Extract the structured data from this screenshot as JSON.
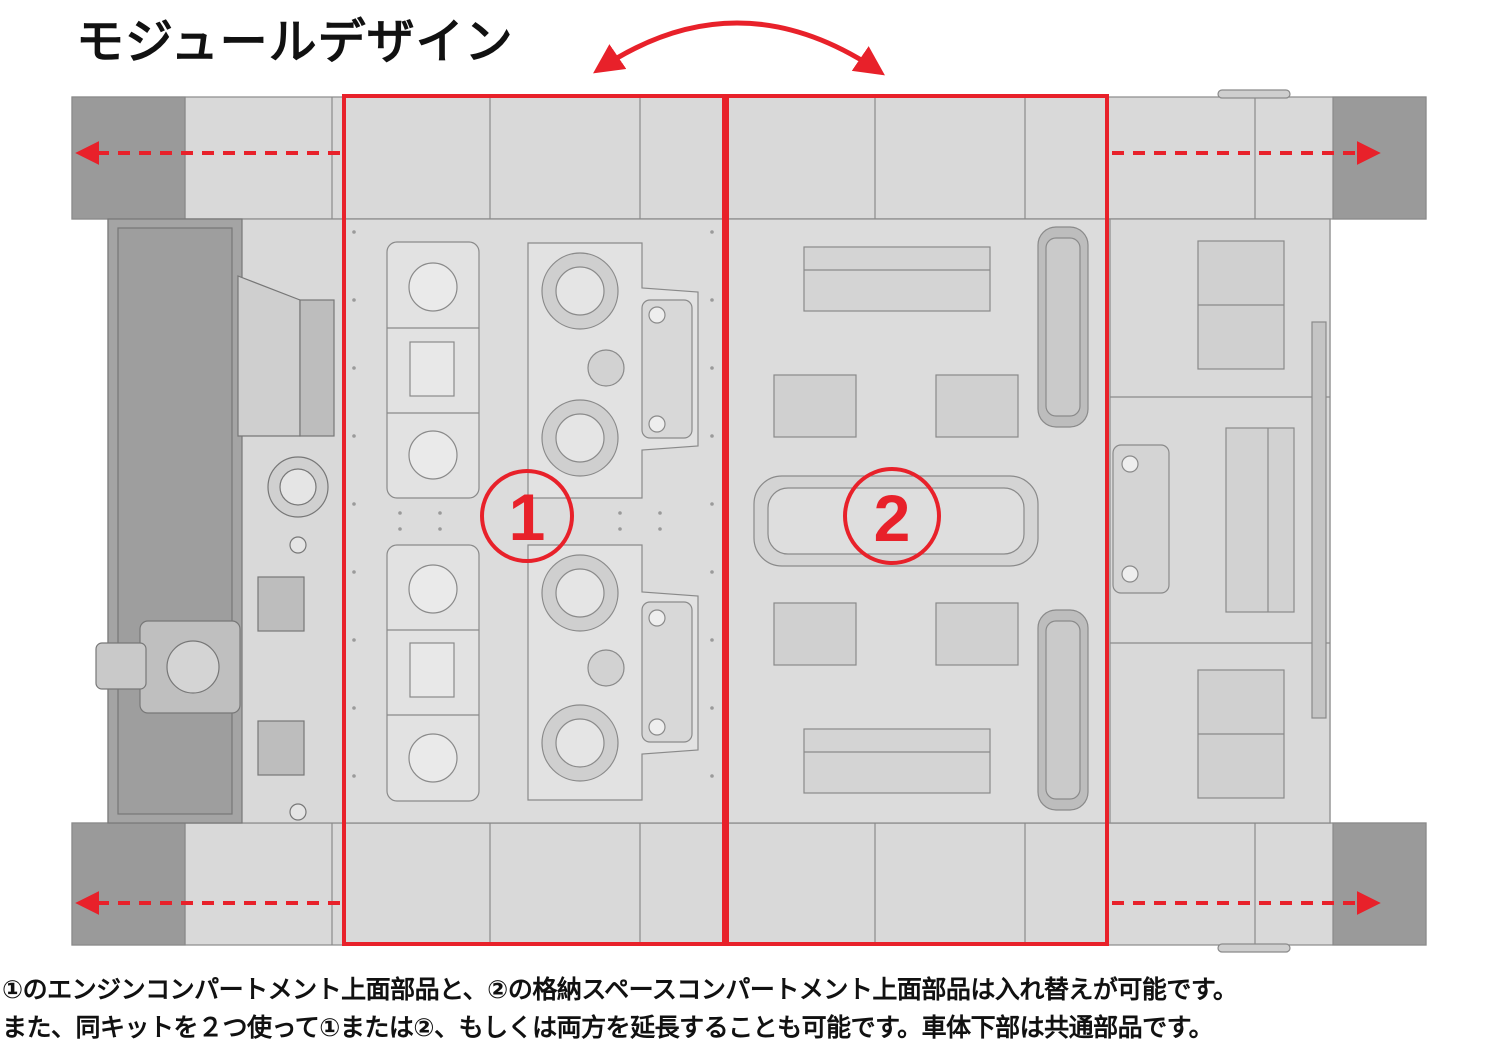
{
  "title": "モジュールデザイン",
  "module_labels": {
    "one": "1",
    "two": "2"
  },
  "caption": {
    "line1": "①のエンジンコンパートメント上面部品と、②の格納スペースコンパートメント上面部品は入れ替えが可能です。",
    "line2": "また、同キットを２つ使って①または②、もしくは両方を延長することも可能です。車体下部は共通部品です。"
  },
  "colors": {
    "accent_red": "#e8212a",
    "panel": "#d9d9d9",
    "panel_dark": "#8f8f8f",
    "line": "#8a8a8a"
  }
}
